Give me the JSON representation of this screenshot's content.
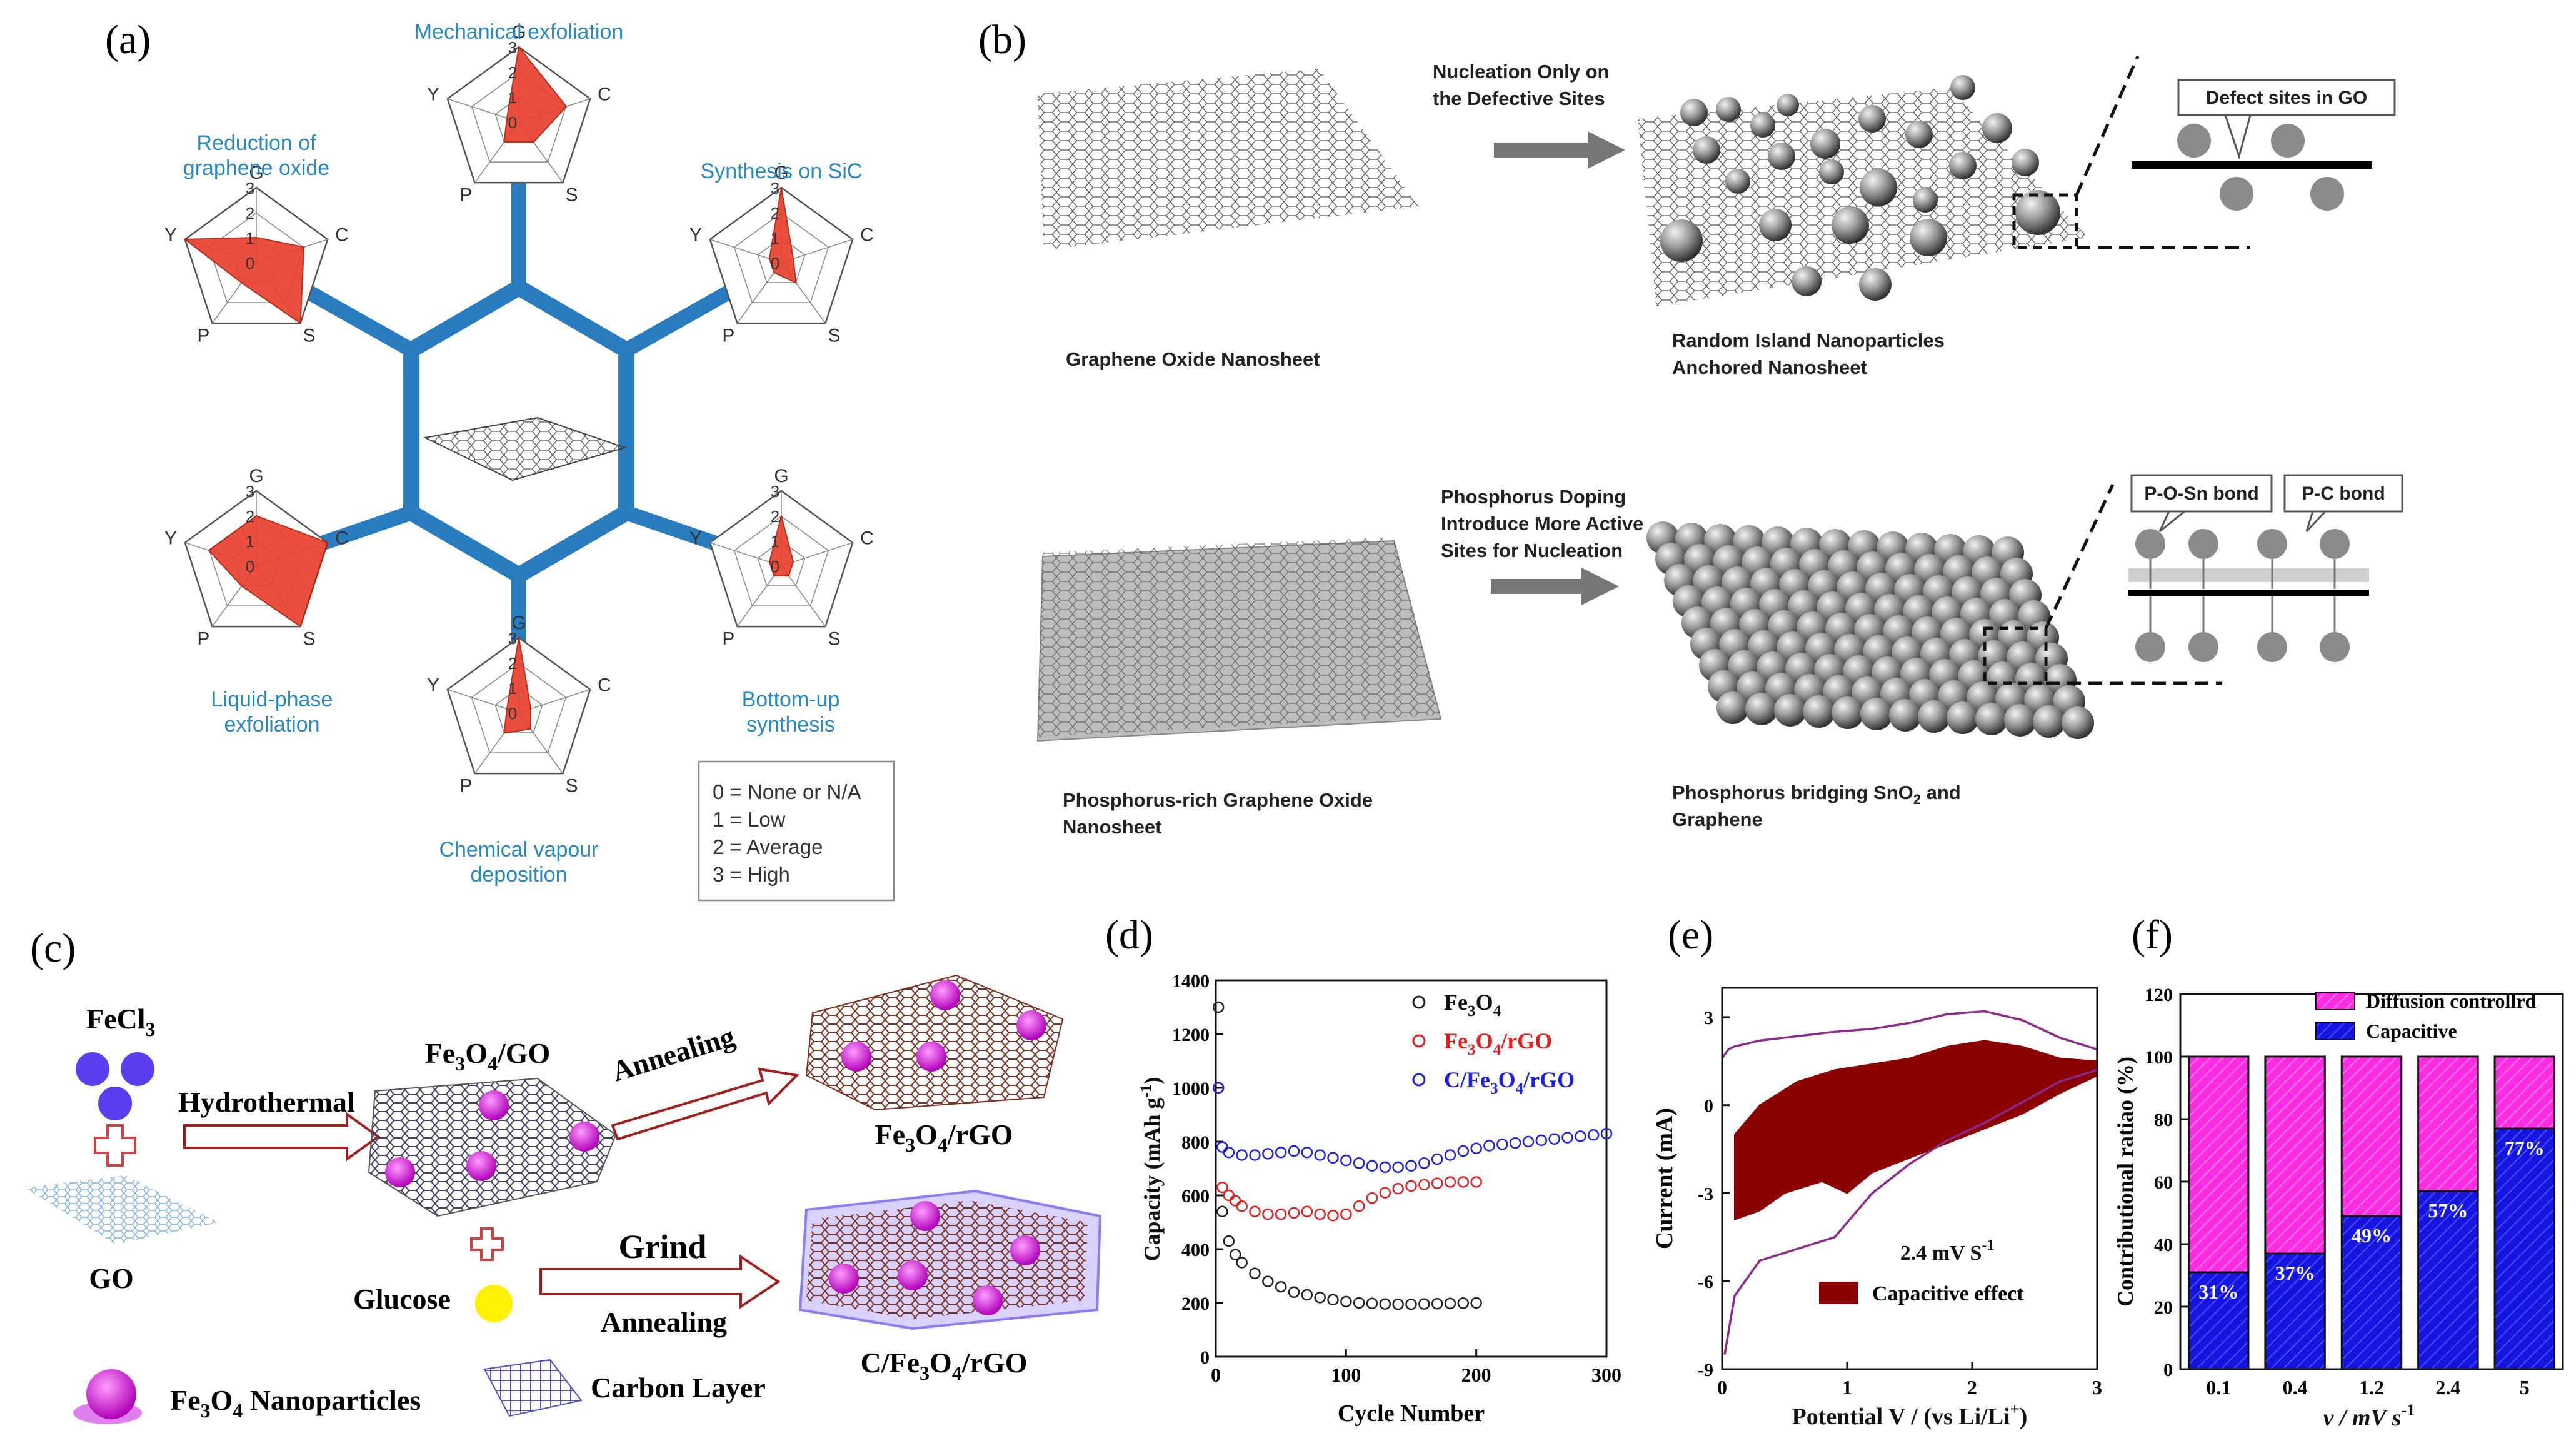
{
  "panel_labels": {
    "a": "(a)",
    "b": "(b)",
    "c": "(c)",
    "d": "(d)",
    "e": "(e)",
    "f": "(f)"
  },
  "panel_a": {
    "radar_axes": [
      "G",
      "C",
      "S",
      "P",
      "Y"
    ],
    "scale_ticks": [
      "0",
      "1",
      "2",
      "3"
    ],
    "methods": [
      {
        "label_lines": [
          "Mechanical exfoliation"
        ],
        "values": [
          3,
          2,
          1,
          1,
          0.5
        ]
      },
      {
        "label_lines": [
          "Synthesis on SiC"
        ],
        "values": [
          3,
          0.5,
          1,
          0.5,
          0.5
        ]
      },
      {
        "label_lines": [
          "Bottom-up",
          "synthesis"
        ],
        "values": [
          2,
          0.5,
          0.5,
          0.5,
          0.5
        ]
      },
      {
        "label_lines": [
          "Chemical vapour",
          "deposition"
        ],
        "values": [
          3,
          0.5,
          0.8,
          1,
          0.5
        ]
      },
      {
        "label_lines": [
          "Liquid-phase",
          "exfoliation"
        ],
        "values": [
          2,
          3,
          3,
          1,
          2
        ]
      },
      {
        "label_lines": [
          "Reduction of",
          "graphene oxide"
        ],
        "values": [
          1,
          2,
          3,
          1,
          3
        ]
      }
    ],
    "legend": [
      "0 = None or N/A",
      "1 = Low",
      "2 = Average",
      "3 = High"
    ],
    "colors": {
      "link": "#2a7cc0",
      "fill": "#e8412c",
      "label": "#2a88c2"
    }
  },
  "panel_b": {
    "arrow1": [
      "Nucleation Only on",
      "the Defective Sites"
    ],
    "sheet1": "Graphene Oxide Nanosheet",
    "result1": [
      "Random Island Nanoparticles",
      "Anchored Nanosheet"
    ],
    "defect_label": "Defect sites in GO",
    "arrow2": [
      "Phosphorus Doping",
      "Introduce More Active",
      "Sites for Nucleation"
    ],
    "sheet2": [
      "Phosphorus-rich Graphene Oxide",
      "Nanosheet"
    ],
    "result2": [
      "Phosphorus bridging SnO",
      "2",
      " and",
      "Graphene"
    ],
    "bond1": "P-O-Sn bond",
    "bond2": "P-C bond"
  },
  "panel_c": {
    "fecl": "FeCl",
    "fecl_sub": "3",
    "go": "GO",
    "hydrothermal": "Hydrothermal",
    "fe3o4go": [
      "Fe",
      "3",
      "O",
      "4",
      "/GO"
    ],
    "annealing": "Annealing",
    "fe3o4rgo": [
      "Fe",
      "3",
      "O",
      "4",
      "/rGO"
    ],
    "glucose": "Glucose",
    "grind": "Grind",
    "annealing2": "Annealing",
    "cfe3o4rgo": [
      "C/Fe",
      "3",
      "O",
      "4",
      "/rGO"
    ],
    "legend_np": [
      "Fe",
      "3",
      "O",
      "4",
      " Nanoparticles"
    ],
    "legend_carbon": "Carbon Layer"
  },
  "chart_data": [
    {
      "type": "scatter",
      "panel": "d",
      "xlabel": "Cycle Number",
      "ylabel": "Capacity (mAh g",
      "ylabel_sup": "-1",
      "ylabel_end": ")",
      "xlim": [
        0,
        300
      ],
      "ylim": [
        0,
        1400
      ],
      "xticks": [
        0,
        100,
        200,
        300
      ],
      "yticks": [
        0,
        200,
        400,
        600,
        800,
        1000,
        1200,
        1400
      ],
      "legend_placement": "top-right",
      "series": [
        {
          "name": "Fe3O4",
          "name_parts": [
            "Fe",
            "3",
            "O",
            "4"
          ],
          "color": "#222222",
          "x": [
            2,
            5,
            10,
            15,
            20,
            30,
            40,
            50,
            60,
            70,
            80,
            90,
            100,
            110,
            120,
            130,
            140,
            150,
            160,
            170,
            180,
            190,
            200
          ],
          "y": [
            1300,
            540,
            430,
            380,
            350,
            310,
            280,
            260,
            240,
            230,
            220,
            212,
            205,
            200,
            198,
            196,
            195,
            195,
            196,
            197,
            198,
            199,
            200
          ]
        },
        {
          "name": "Fe3O4/rGO",
          "name_parts": [
            "Fe",
            "3",
            "O",
            "4",
            "/rGO"
          ],
          "color": "#e02020",
          "x": [
            2,
            5,
            10,
            15,
            20,
            30,
            40,
            50,
            60,
            70,
            80,
            90,
            100,
            110,
            120,
            130,
            140,
            150,
            160,
            170,
            180,
            190,
            200
          ],
          "y": [
            1000,
            630,
            600,
            580,
            560,
            540,
            530,
            530,
            535,
            540,
            530,
            525,
            530,
            560,
            590,
            610,
            625,
            635,
            640,
            645,
            650,
            650,
            650
          ]
        },
        {
          "name": "C/Fe3O4/rGO",
          "name_parts": [
            "C/Fe",
            "3",
            "O",
            "4",
            "/rGO"
          ],
          "color": "#2020e0",
          "x": [
            2,
            5,
            10,
            20,
            30,
            40,
            50,
            60,
            70,
            80,
            90,
            100,
            110,
            120,
            130,
            140,
            150,
            160,
            170,
            180,
            190,
            200,
            210,
            220,
            230,
            240,
            250,
            260,
            270,
            280,
            290,
            300
          ],
          "y": [
            1000,
            780,
            760,
            750,
            750,
            755,
            760,
            765,
            760,
            750,
            740,
            730,
            720,
            710,
            705,
            705,
            710,
            720,
            735,
            750,
            765,
            775,
            785,
            790,
            795,
            800,
            805,
            810,
            815,
            820,
            825,
            830
          ]
        }
      ]
    },
    {
      "type": "line",
      "panel": "e",
      "xlabel": "Potential V / (vs Li/Li",
      "xlabel_sup": "+",
      "xlabel_end": ")",
      "ylabel": "Current (mA)",
      "xlim": [
        0,
        3
      ],
      "ylim": [
        -9,
        4
      ],
      "xticks": [
        0,
        1,
        2,
        3
      ],
      "yticks": [
        -9,
        -6,
        -3,
        0,
        3
      ],
      "annotation": "2.4 mV S",
      "annotation_sup": "-1",
      "legend": [
        "Capacitive effect"
      ],
      "colors": {
        "total": "#8a2a8a",
        "capacitive": "#8b0000"
      },
      "series": [
        {
          "role": "total_cv",
          "x": [
            0,
            0.05,
            0.1,
            0.3,
            0.5,
            0.7,
            0.9,
            1.2,
            1.5,
            1.8,
            2.1,
            2.4,
            2.7,
            3.0,
            3.0,
            2.7,
            2.4,
            2.1,
            1.8,
            1.5,
            1.2,
            0.9,
            0.6,
            0.3,
            0.1,
            0.02
          ],
          "y": [
            1.6,
            1.9,
            2.0,
            2.2,
            2.3,
            2.4,
            2.5,
            2.6,
            2.8,
            3.1,
            3.2,
            2.9,
            2.3,
            1.9,
            1.2,
            0.8,
            0.1,
            -0.6,
            -1.2,
            -2.0,
            -3.0,
            -4.5,
            -4.9,
            -5.3,
            -6.5,
            -8.5
          ]
        },
        {
          "role": "capacitive",
          "x": [
            0.1,
            0.3,
            0.6,
            0.9,
            1.2,
            1.5,
            1.8,
            2.1,
            2.4,
            2.7,
            3.0,
            3.0,
            2.7,
            2.4,
            2.1,
            1.8,
            1.5,
            1.2,
            1.0,
            0.8,
            0.5,
            0.3,
            0.1
          ],
          "y": [
            -1.0,
            0.0,
            0.8,
            1.2,
            1.4,
            1.6,
            2.0,
            2.2,
            2.0,
            1.6,
            1.5,
            1.0,
            0.4,
            -0.3,
            -0.8,
            -1.3,
            -1.8,
            -2.3,
            -3.0,
            -2.6,
            -3.0,
            -3.6,
            -3.9
          ]
        }
      ]
    },
    {
      "type": "bar",
      "panel": "f",
      "stacked": true,
      "categories": [
        "0.1",
        "0.4",
        "1.2",
        "2.4",
        "5"
      ],
      "xlabel": "v / mV s",
      "xlabel_sup": "-1",
      "ylabel": "Contributional ratiao (%)",
      "ylim": [
        0,
        120
      ],
      "yticks": [
        0,
        20,
        40,
        60,
        80,
        100,
        120
      ],
      "legend_placement": "top",
      "series": [
        {
          "name": "Capacitive",
          "color": "#1515e0",
          "values": [
            31,
            37,
            49,
            57,
            77
          ],
          "labels": [
            "31%",
            "37%",
            "49%",
            "57%",
            "77%"
          ]
        },
        {
          "name": "Diffusion controllrd",
          "color": "#ff2be0",
          "values": [
            69,
            63,
            51,
            43,
            23
          ]
        }
      ]
    }
  ]
}
